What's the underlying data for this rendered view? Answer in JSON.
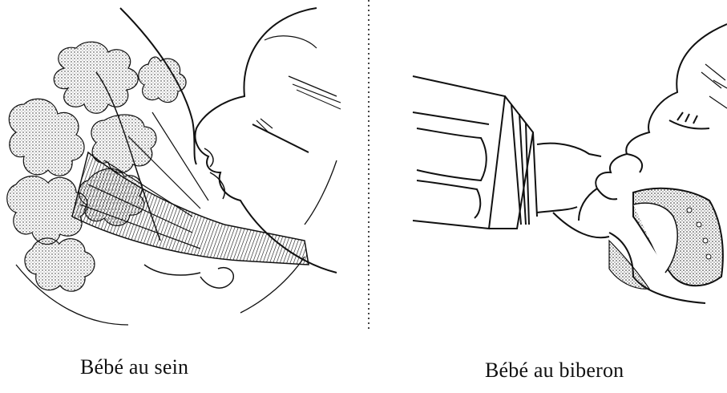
{
  "figure": {
    "left_panel": {
      "caption": "Bébé au sein",
      "illustration": "breastfeeding-baby-drawing"
    },
    "right_panel": {
      "caption": "Bébé au biberon",
      "illustration": "bottle-feeding-baby-drawing"
    }
  }
}
